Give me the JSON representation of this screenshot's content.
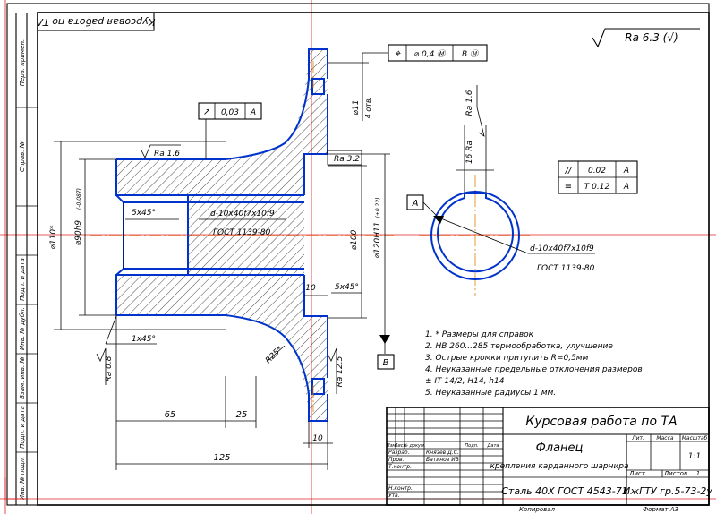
{
  "stamp_top": "Курсовая работа по ТА",
  "roughness_general": "Ra 6.3 (√)",
  "tolerance_frame": {
    "symbol": "⌖",
    "value": "⌀ 0,4 Ⓜ",
    "datum": "B Ⓜ"
  },
  "runout_frame": {
    "symbol": "↗",
    "value": "0,03",
    "datum": "A"
  },
  "parallel_frame": {
    "symbol": "//",
    "value": "0.02",
    "datum": "A"
  },
  "symmetry_frame": {
    "symbol": "≡",
    "value": "T 0.12",
    "datum": "A"
  },
  "datum_a": "A",
  "datum_b": "B",
  "roughness_labels": {
    "ra16": "Ra 1.6",
    "ra32": "Ra 3.2",
    "ra08": "Ra 0.8",
    "ra125": "Ra 12.5",
    "section_ra": "Ra 1.6"
  },
  "dimensions": {
    "d110": "⌀110*",
    "d90": "⌀90h9",
    "d90_tol": "(-0.087)",
    "d100": "⌀100",
    "d120": "⌀120H11",
    "d120_tol": "(+0.22)",
    "d11": "⌀11",
    "holes": "4 отв.",
    "ch1": "5x45°",
    "ch2": "5x45°",
    "ch3": "1x45°",
    "r25": "R25*",
    "spline": "d-10x40f7x10f9",
    "spline_std": "ГОСТ 1139-80",
    "w10a": "10",
    "w10b": "10",
    "l65": "65",
    "l25": "25",
    "l125": "125",
    "key16": "16 Ra"
  },
  "section": {
    "spline": "d-10x40f7x10f9",
    "spline_std": "ГОСТ 1139-80"
  },
  "notes": [
    "1. * Размеры для справок",
    "2. НВ 260...285 термообработка, улучшение",
    "3. Острые кромки притупить R=0,5мм",
    "4. Неуказанные предельные отклонения размеров",
    "± IT 14/2, H14, h14",
    "5. Неуказанные радиусы 1 мм."
  ],
  "title_block": {
    "header": "Курсовая работа по ТА",
    "part_name": "Фланец",
    "part_desc": "крепления карданного шарнира",
    "material": "Сталь 40Х ГОСТ 4543-71",
    "org": "ИжГТУ гр.5-73-2у",
    "col_headers": [
      "Изм",
      "Лист",
      "№ докум.",
      "Подп.",
      "Дата"
    ],
    "roles": [
      "Разраб.",
      "Пров.",
      "Т.контр.",
      "Н.контр.",
      "Утв."
    ],
    "names": [
      "Князев Д.С.",
      "Батинов ИВ"
    ],
    "lit_label": "Лит.",
    "mass_label": "Масса",
    "scale_label": "Масштаб",
    "scale": "1:1",
    "sheet_label": "Лист",
    "sheets_label": "Листов",
    "sheets_value": "1",
    "copied": "Копировал",
    "format": "Формат  А3"
  },
  "side_strip": [
    "Перв. примен.",
    "Справ. №",
    "Подп. и дата",
    "Инв. № дубл.",
    "Взам. инв. №",
    "Подп. и дата",
    "Инв. № подл."
  ]
}
